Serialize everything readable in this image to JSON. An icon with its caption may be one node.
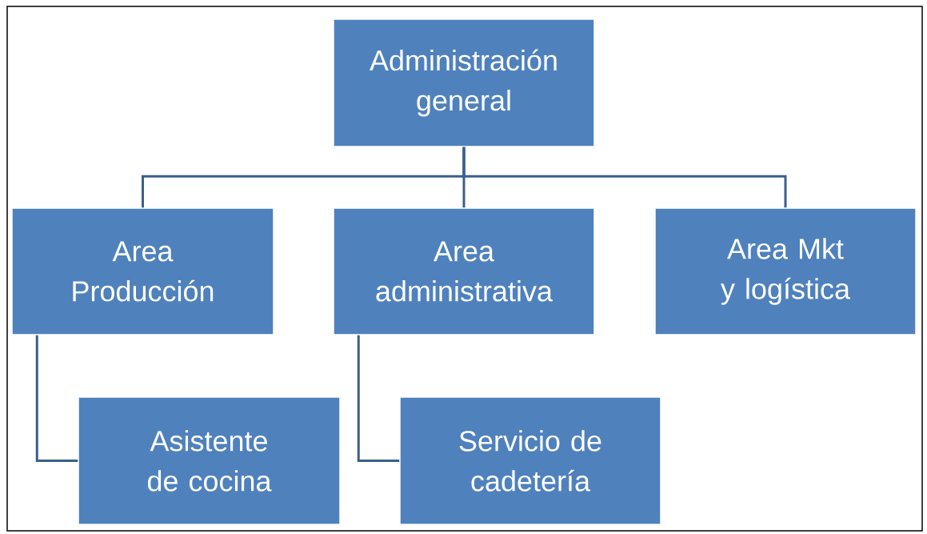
{
  "diagram": {
    "nodes": [
      {
        "text": [
          "Administración general"
        ]
      },
      {
        "text": [
          "Area Producción"
        ]
      },
      {
        "text": [
          "Area administrativa"
        ]
      },
      {
        "text": [
          "Area Mkt y logística"
        ]
      },
      {
        "text": [
          "Asistente de cocina"
        ]
      },
      {
        "text": [
          "Servicio de cadetería"
        ]
      }
    ],
    "edges": [
      {
        "from": 0,
        "to": 1,
        "arrow": "none"
      },
      {
        "from": 0,
        "to": 2,
        "arrow": "none"
      },
      {
        "from": 0,
        "to": 3,
        "arrow": "none"
      },
      {
        "from": 1,
        "to": 4,
        "arrow": "none"
      },
      {
        "from": 2,
        "to": 5,
        "arrow": "none"
      }
    ]
  }
}
